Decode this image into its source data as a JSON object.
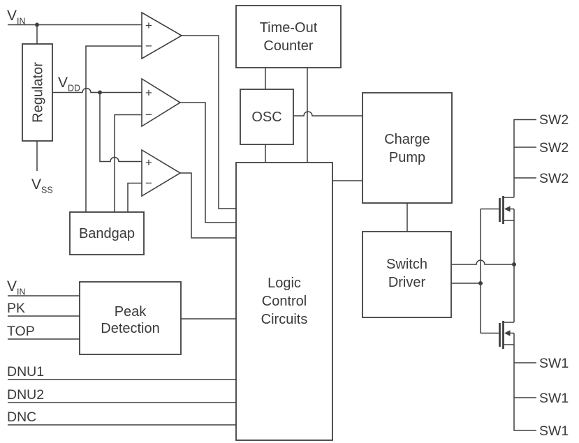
{
  "blocks": {
    "regulator": {
      "label": "Regulator"
    },
    "bandgap": {
      "label": "Bandgap"
    },
    "peak_detection": {
      "lines": [
        "Peak",
        "Detection"
      ]
    },
    "timeout_counter": {
      "lines": [
        "Time-Out",
        "Counter"
      ]
    },
    "osc": {
      "label": "OSC"
    },
    "logic_control": {
      "lines": [
        "Logic",
        "Control",
        "Circuits"
      ]
    },
    "charge_pump": {
      "lines": [
        "Charge",
        "Pump"
      ]
    },
    "switch_driver": {
      "lines": [
        "Switch",
        "Driver"
      ]
    }
  },
  "comparators": {
    "plus": "+",
    "minus": "−"
  },
  "pins": {
    "vin_top": {
      "name": "V",
      "sub": "IN"
    },
    "vdd": {
      "name": "V",
      "sub": "DD"
    },
    "vss": {
      "name": "V",
      "sub": "SS"
    },
    "vin_left": {
      "name": "V",
      "sub": "IN"
    },
    "pk": "PK",
    "top": "TOP",
    "dnu1": "DNU1",
    "dnu2": "DNU2",
    "dnc": "DNC",
    "sw2": [
      "SW2",
      "SW2",
      "SW2"
    ],
    "sw1": [
      "SW1",
      "SW1",
      "SW1"
    ]
  },
  "colors": {
    "line": "#3f3f3f",
    "text": "#3a3a3a",
    "background": "#ffffff"
  }
}
